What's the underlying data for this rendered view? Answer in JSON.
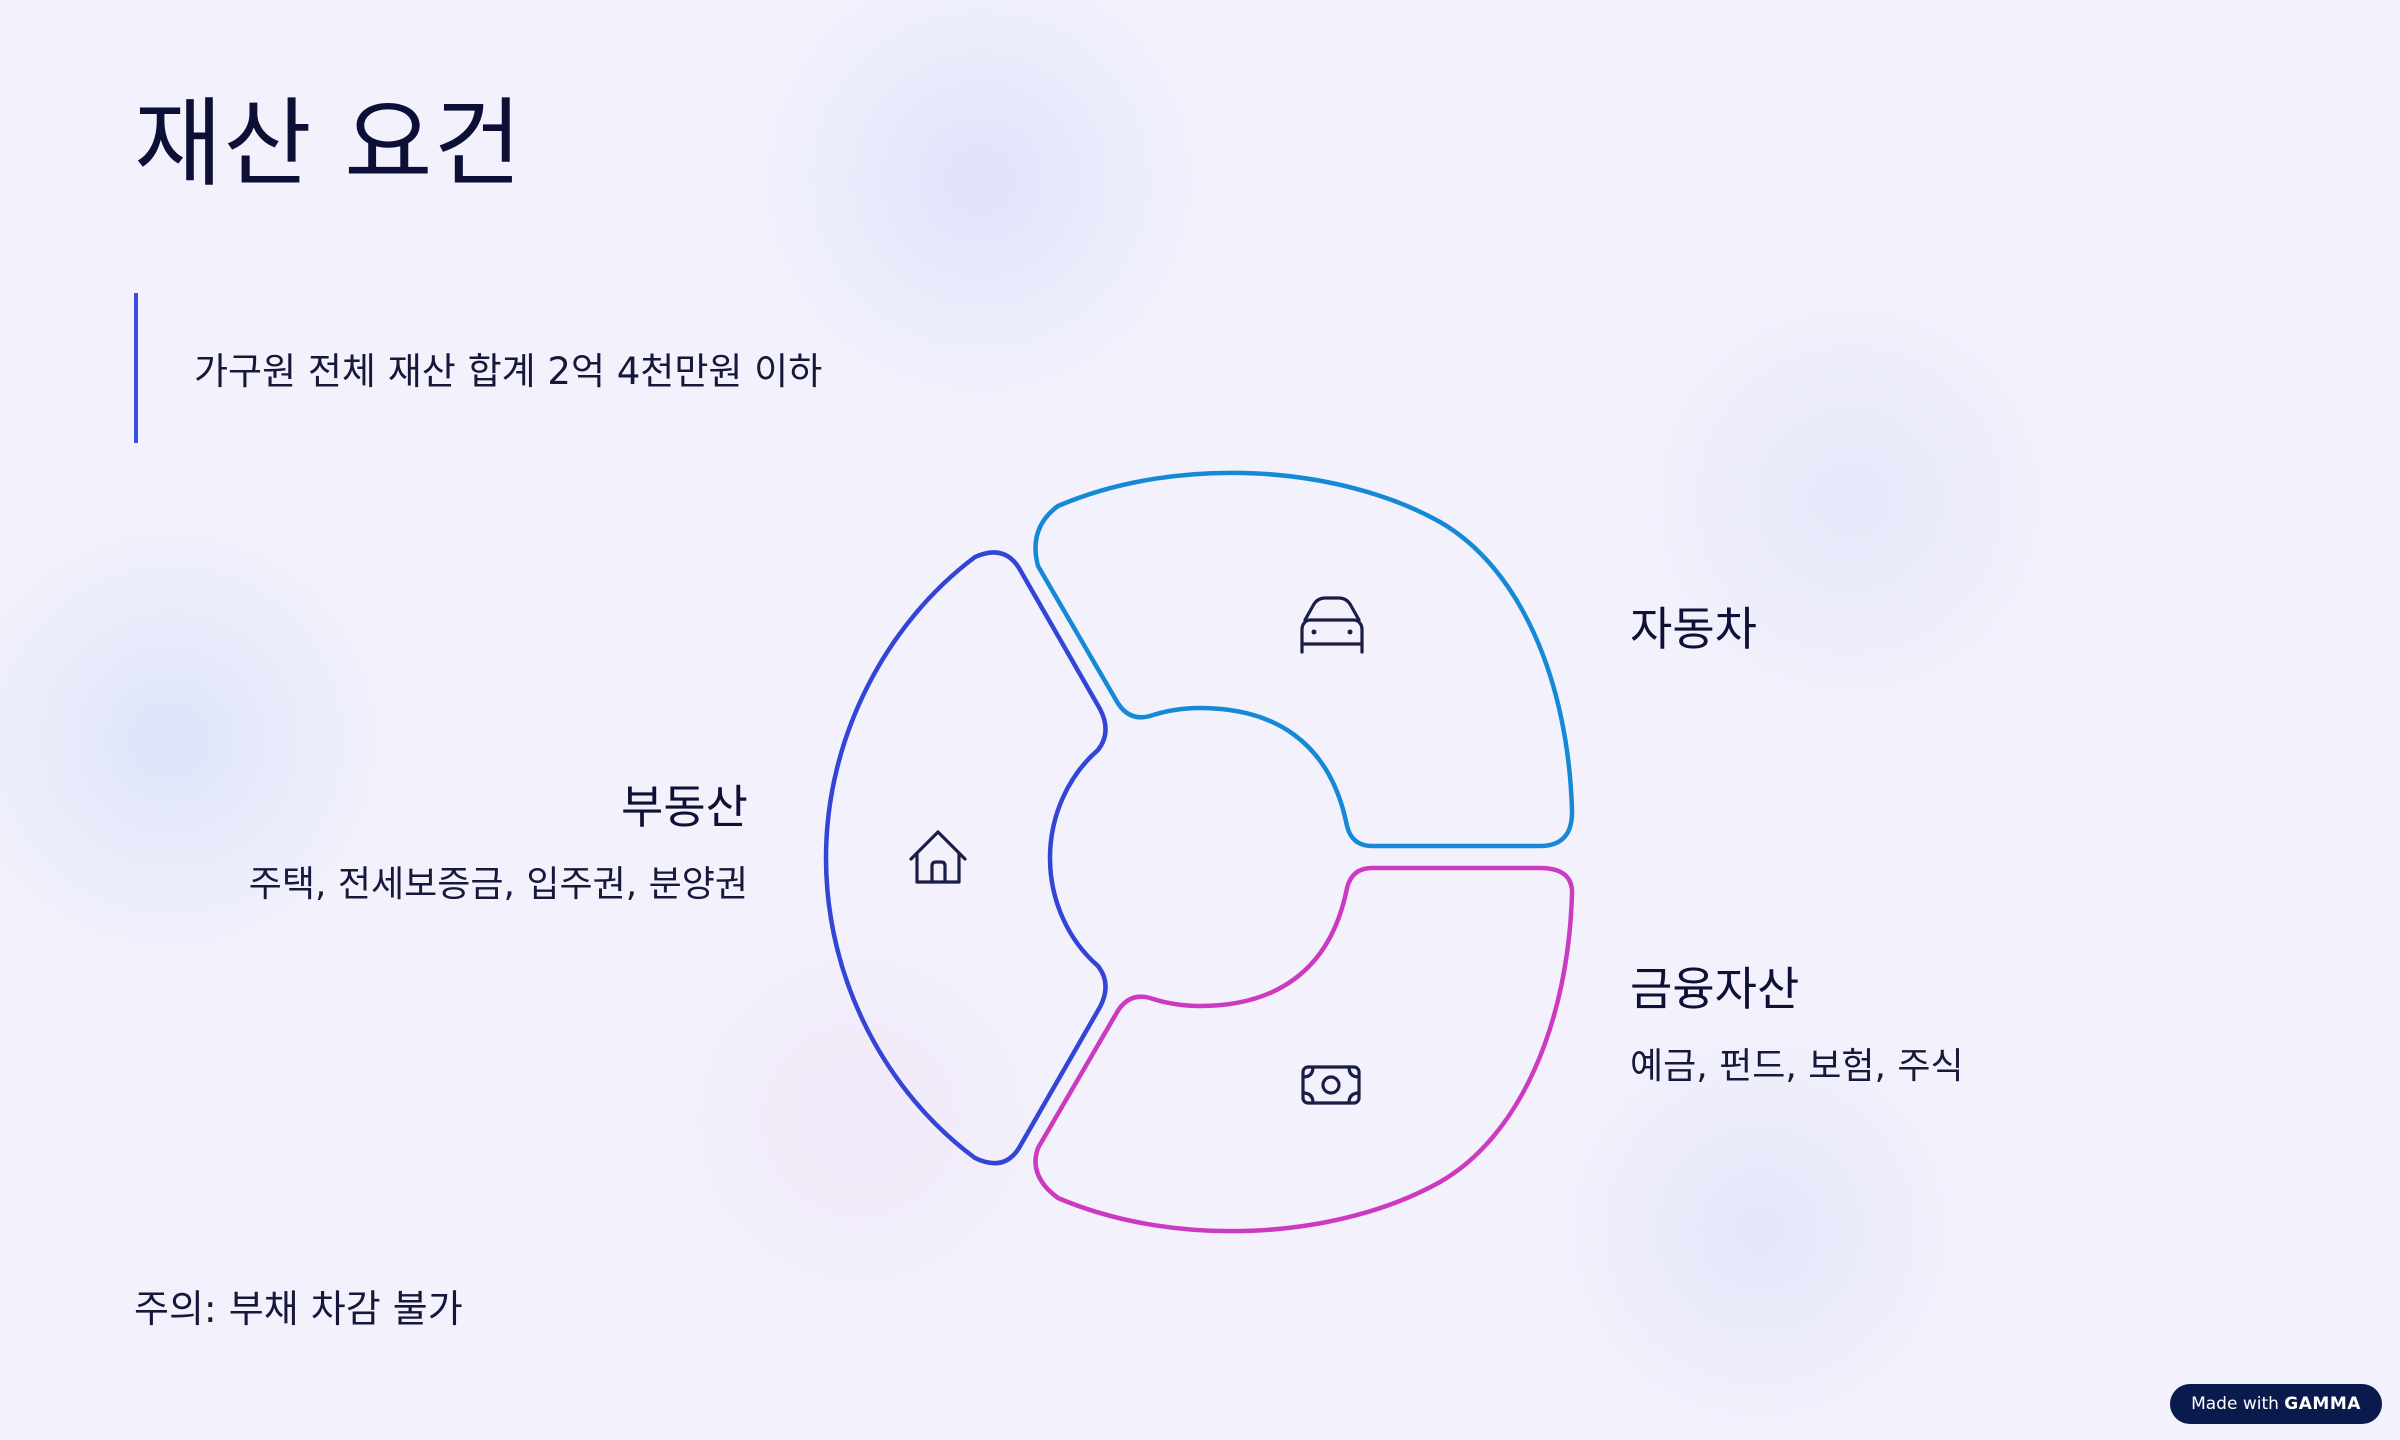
{
  "title": "재산 요건",
  "callout": "가구원 전체 재산 합계 2억 4천만원 이하",
  "segments": [
    {
      "label": "자동차",
      "description": "",
      "icon": "car-icon",
      "color": "#1689d6"
    },
    {
      "label": "금융자산",
      "description": "예금, 펀드, 보험, 주식",
      "icon": "money-icon",
      "color": "#cc3abf"
    },
    {
      "label": "부동산",
      "description": "주택, 전세보증금, 입주권, 분양권",
      "icon": "house-icon",
      "color": "#3345d6"
    }
  ],
  "note": "주의: 부채 차감 불가",
  "badge": {
    "prefix": "Made with",
    "brand": "GAMMA"
  },
  "colors": {
    "accent": "#3b4fe0",
    "background": "#f3f2fc",
    "text": "#0f1136",
    "badge": "#0b1a4d"
  }
}
